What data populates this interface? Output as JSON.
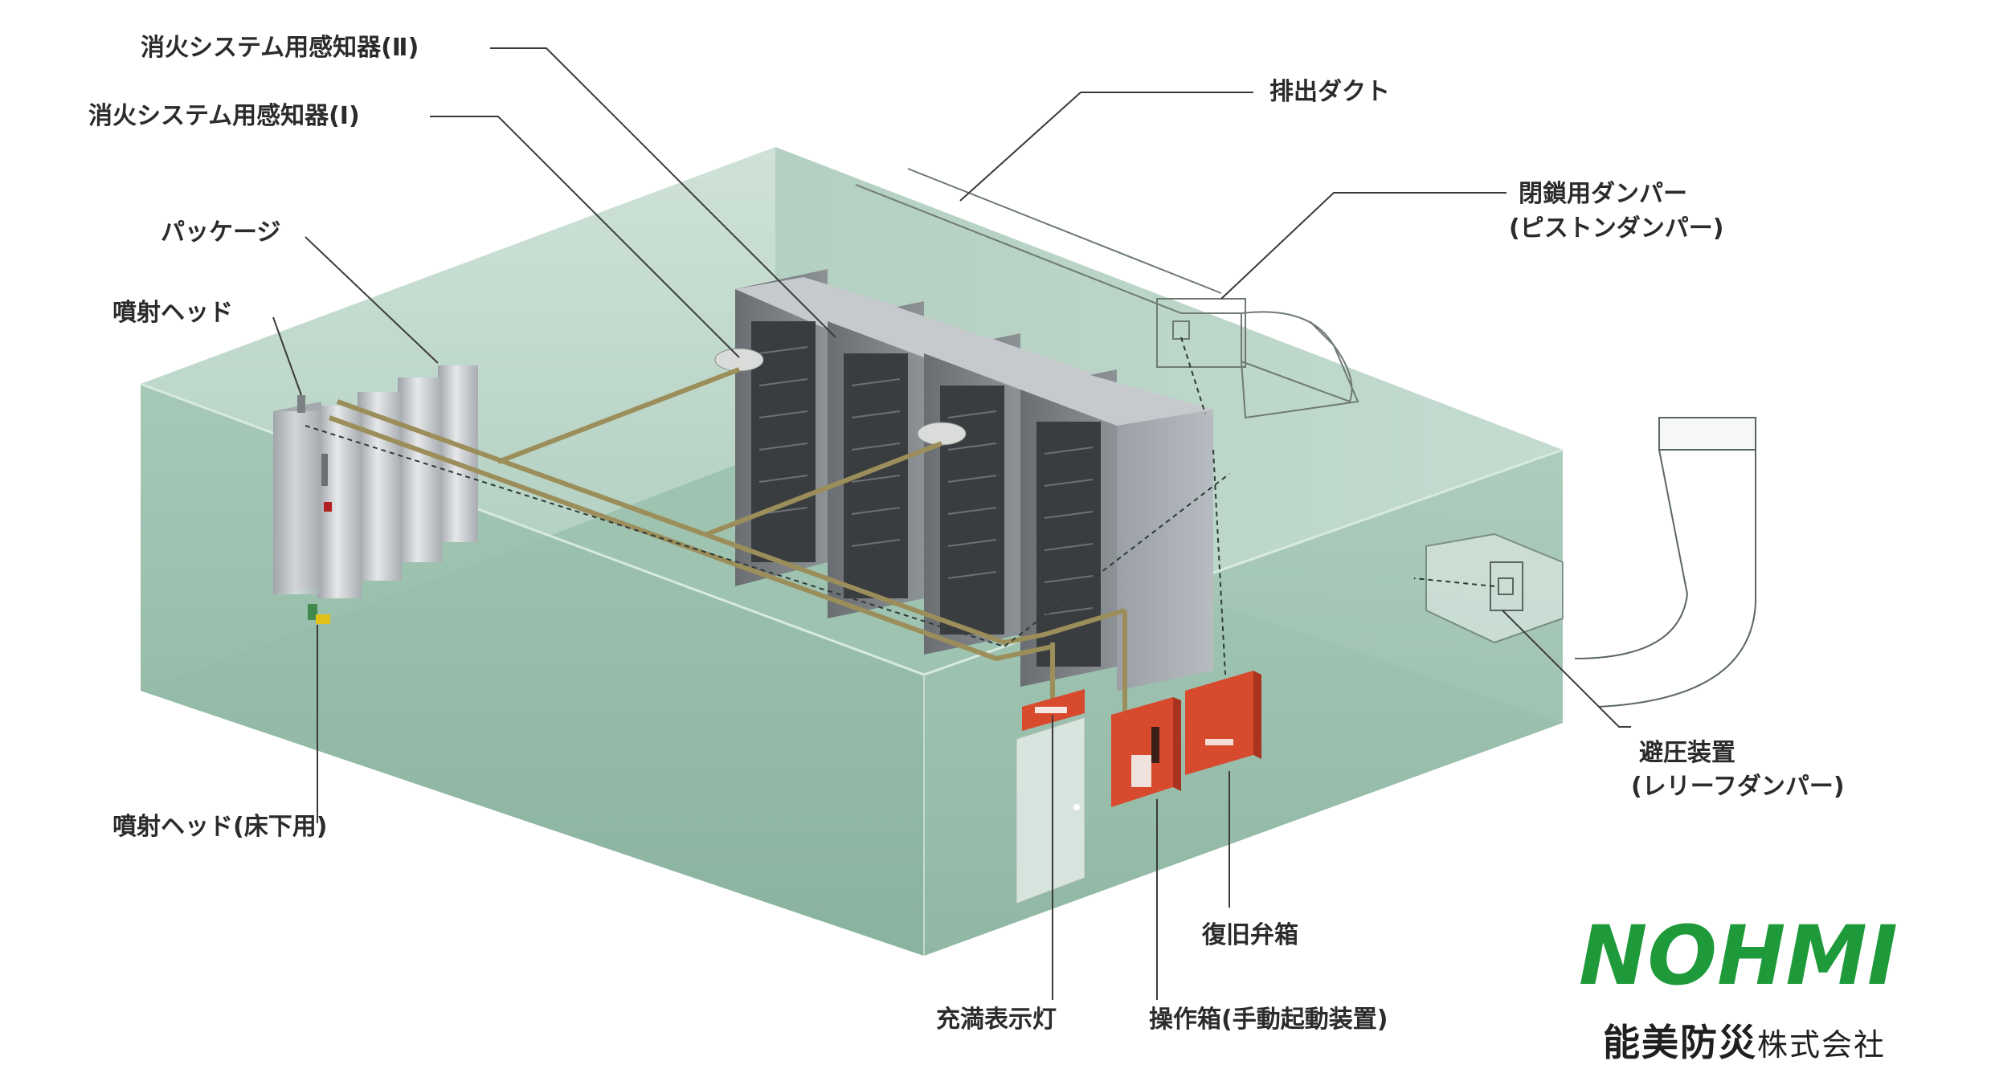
{
  "labels": {
    "detector2": "消火システム用感知器(Ⅱ)",
    "detector1": "消火システム用感知器(Ⅰ)",
    "package": "パッケージ",
    "nozzle": "噴射ヘッド",
    "nozzle_floor": "噴射ヘッド(床下用)",
    "exhaust_duct": "排出ダクト",
    "damper_line1": "閉鎖用ダンパー",
    "damper_line2": "(ピストンダンパー)",
    "relief_line1": "避圧装置",
    "relief_line2": "(レリーフダンパー)",
    "reset_box": "復旧弁箱",
    "indicator": "充満表示灯",
    "operation_box": "操作箱(手動起動装置)"
  },
  "logo": {
    "brand": "NOHMI",
    "company_main": "能美防災",
    "company_suffix": "株式会社",
    "brand_color": "#1e9a3a"
  },
  "colors": {
    "room": "#8fb8a6",
    "pipe": "#9c8e5a",
    "equipment_red": "#d84a2e"
  }
}
